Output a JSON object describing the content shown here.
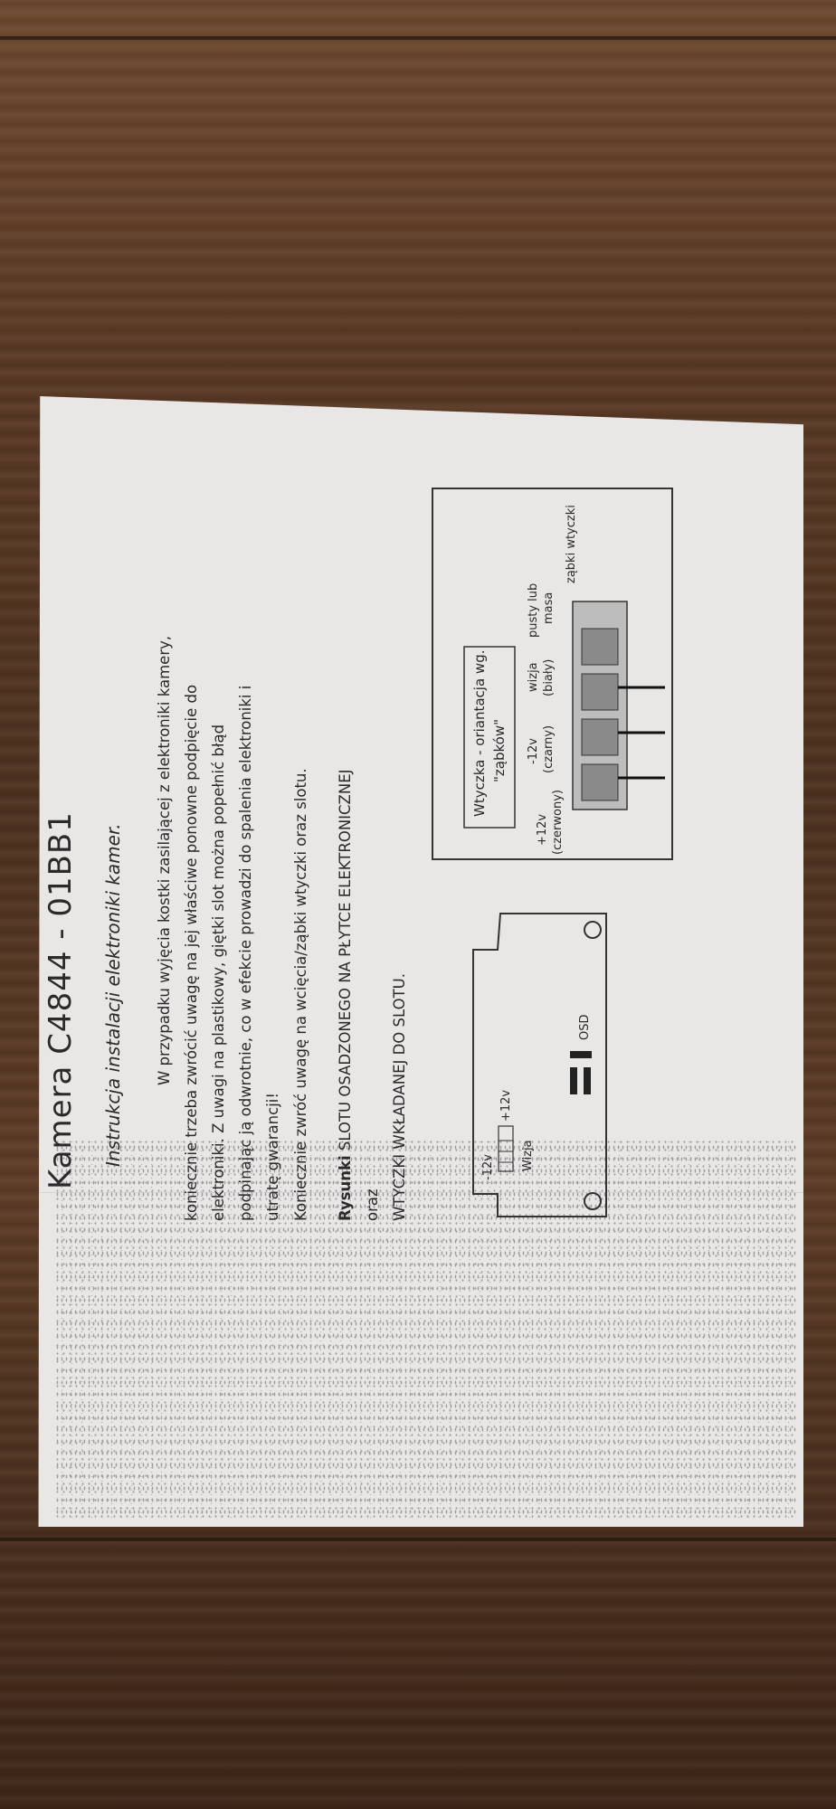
{
  "document": {
    "title": "Kamera C4844 - 01BB1",
    "subtitle": "Instrukcja instalacji elektroniki kamer.",
    "paragraph1": {
      "line1": "W przypadku wyjęcia kostki zasilającej z elektroniki kamery,",
      "line2": "koniecznie trzeba zwrócić uwagę na jej właściwe ponowne podpięcie do",
      "line3": "elektroniki. Z uwagi na plastikowy, giętki slot można popełnić błąd",
      "line4": "podpinając ją odwrotnie, co w efekcie prowadzi do spalenia elektroniki i",
      "line5": "utratę gwarancji!"
    },
    "paragraph2": "Koniecznie zwróć uwagę na wcięcia/ząbki  wtyczki oraz slotu.",
    "paragraph3": {
      "bold": "Rysunki",
      "line1": " SLOTU OSADZONEGO NA PŁYTCE ELEKTRONICZNEJ oraz",
      "line2": "WTYCZKI WKŁADANEJ DO SLOTU."
    },
    "diagram_slot": {
      "minus12": "-12v",
      "plus12": "+12v",
      "wizja": "Wizja",
      "osd": "OSD"
    },
    "diagram_plug": {
      "caption_line1": "Wtyczka - oriantacja wg.",
      "caption_line2": "\"ząbków\"",
      "plus12": "+12v",
      "plus12_color": "(czerwony)",
      "minus12": "-12v",
      "minus12_color": "(czarny)",
      "wizja": "wizja",
      "wizja_color": "(biały)",
      "pusty_line1": "pusty lub",
      "pusty_line2": "masa",
      "zabki": "ząbki wtyczki"
    }
  }
}
